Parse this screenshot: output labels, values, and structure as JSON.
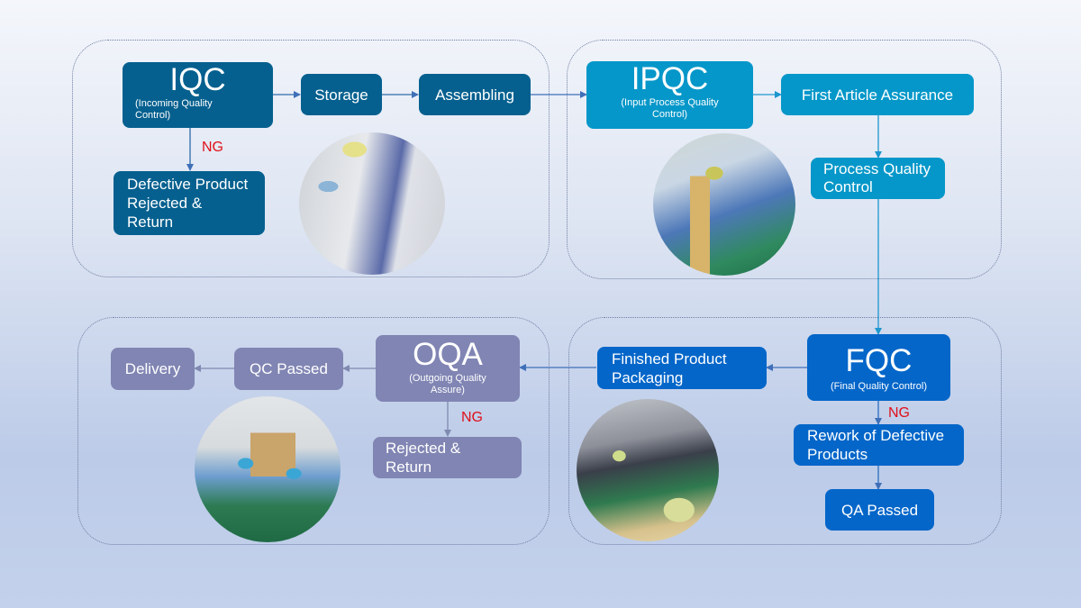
{
  "diagram": {
    "title": "Quality Control Process Flow",
    "colors": {
      "iqc_stage": "#05608f",
      "ipqc_stage": "#0597c9",
      "fqc_stage": "#0466c9",
      "oqa_stage": "#8085b3",
      "ng_label": "#e0101a"
    },
    "iqc": {
      "title": "IQC",
      "subtitle": "(Incoming Quality Control)",
      "storage": "Storage",
      "assembling": "Assembling",
      "ng": "NG",
      "rejected": "Defective Product Rejected & Return",
      "photo": "worker-inspecting-component-photo"
    },
    "ipqc": {
      "title": "IPQC",
      "subtitle": "(Input Process Quality Control)",
      "first_article": "First Article Assurance",
      "process_qc": "Process Quality Control",
      "photo": "assembly-line-inspection-photo"
    },
    "fqc": {
      "title": "FQC",
      "subtitle": "(Final Quality Control)",
      "packaging": "Finished Product Packaging",
      "ng": "NG",
      "rework": "Rework of Defective Products",
      "qa_passed": "QA Passed",
      "photo": "production-line-workers-photo"
    },
    "oqa": {
      "title": "OQA",
      "subtitle": "(Outgoing Quality Assure)",
      "qc_passed": "QC Passed",
      "delivery": "Delivery",
      "ng": "NG",
      "rejected": "Rejected & Return",
      "photo": "packing-station-workers-photo"
    }
  }
}
